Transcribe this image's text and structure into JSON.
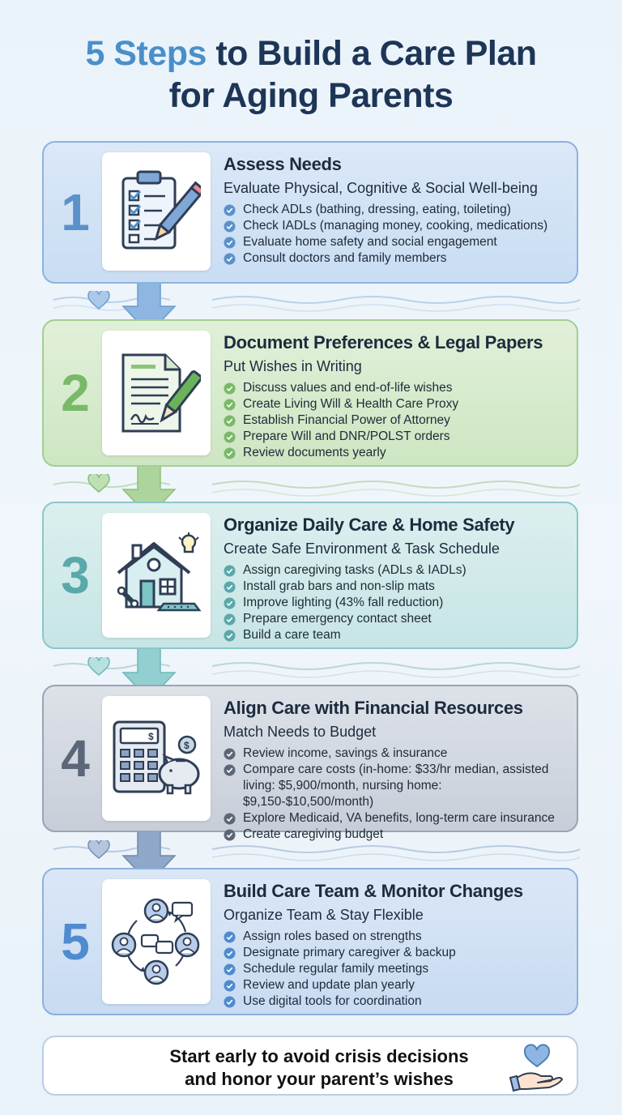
{
  "title": {
    "accent": "5 Steps",
    "rest": "to Build a Care Plan",
    "line2": "for Aging Parents"
  },
  "colors": {
    "accent": "#4a8fc9",
    "navy": "#1d3557"
  },
  "steps": [
    {
      "number": "1",
      "icon": "clipboard-checklist-icon",
      "title": "Assess Needs",
      "subtitle": "Evaluate Physical, Cognitive & Social Well-being",
      "items": [
        "Check ADLs (bathing, dressing, eating, toileting)",
        "Check IADLs (managing money, cooking, medications)",
        "Evaluate home safety and social engagement",
        "Consult doctors and family members"
      ]
    },
    {
      "number": "2",
      "icon": "document-pen-icon",
      "title": "Document Preferences & Legal Papers",
      "subtitle": "Put Wishes in Writing",
      "items": [
        "Discuss values and end-of-life wishes",
        "Create Living Will & Health Care Proxy",
        "Establish Financial Power of Attorney",
        "Prepare Will and DNR/POLST orders",
        "Review documents yearly"
      ]
    },
    {
      "number": "3",
      "icon": "house-safety-icon",
      "title": "Organize Daily Care & Home Safety",
      "subtitle": "Create Safe Environment & Task Schedule",
      "items": [
        "Assign caregiving tasks (ADLs & IADLs)",
        "Install grab bars and non-slip mats",
        "Improve lighting (43% fall reduction)",
        "Prepare emergency contact sheet",
        "Build a care team"
      ]
    },
    {
      "number": "4",
      "icon": "calculator-piggy-bank-icon",
      "title": "Align Care with Financial Resources",
      "subtitle": "Match Needs to Budget",
      "items": [
        "Review income, savings & insurance",
        "Compare care costs (in-home: $33/hr median, assisted living: $5,900/month, nursing home: $9,150-$10,500/month)",
        "Explore Medicaid, VA benefits, long-term care insurance",
        "Create caregiving budget"
      ]
    },
    {
      "number": "5",
      "icon": "care-team-cycle-icon",
      "title": "Build Care Team & Monitor Changes",
      "subtitle": "Organize Team & Stay Flexible",
      "items": [
        "Assign roles based on strengths",
        "Designate primary caregiver & backup",
        "Schedule regular family meetings",
        "Review and update plan yearly",
        "Use digital tools for coordination"
      ]
    }
  ],
  "footer": {
    "line1": "Start early to avoid crisis decisions",
    "line2": "and honor your parent’s wishes",
    "icon": "hand-heart-icon"
  }
}
